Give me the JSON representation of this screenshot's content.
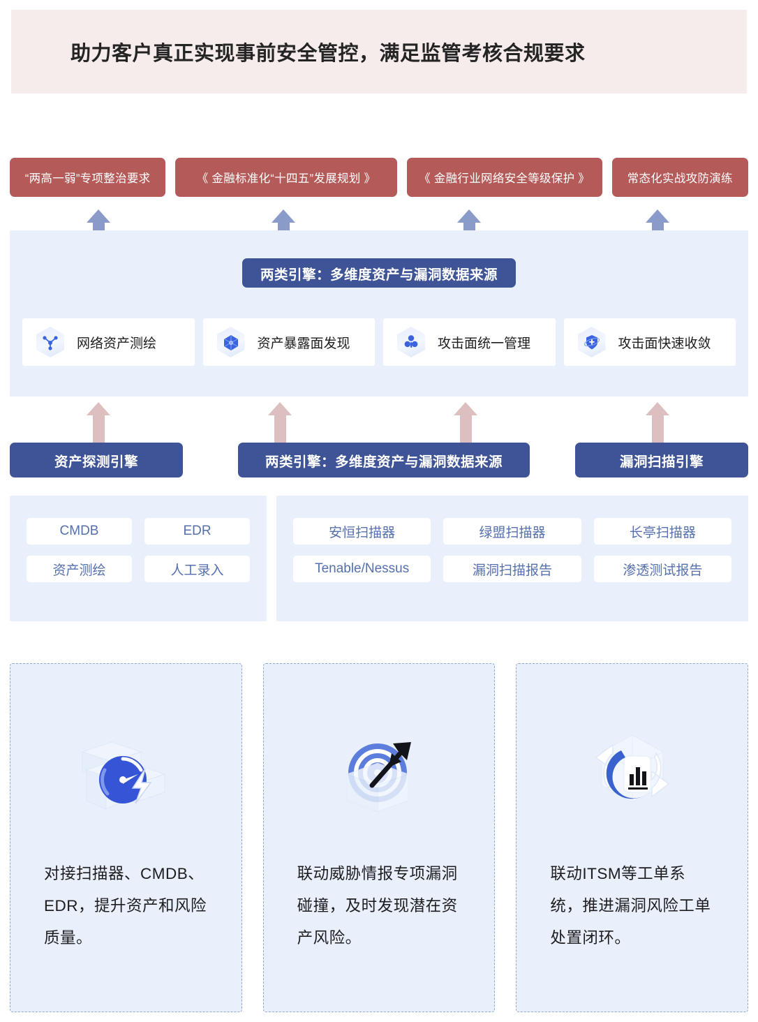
{
  "banner": {
    "title": "助力客户真正实现事前安全管控，满足监管考核合规要求",
    "bg_color": "#f7ecec"
  },
  "compliance": {
    "accent_color": "#b45a58",
    "items": [
      {
        "label": "“两高一弱”专项整治要求"
      },
      {
        "label": "《 金融标准化“十四五”发展规划 》"
      },
      {
        "label": "《 金融行业网络安全等级保护 》"
      },
      {
        "label": "常态化实战攻防演练"
      }
    ]
  },
  "engine_panel": {
    "header": "两类引擎：多维度资产与漏洞数据来源",
    "header_color": "#3e5496",
    "panel_color": "#eaf0fb",
    "capabilities": [
      {
        "label": "网络资产测绘",
        "icon": "network-topology-icon"
      },
      {
        "label": "资产暴露面发现",
        "icon": "exposure-surface-icon"
      },
      {
        "label": "攻击面统一管理",
        "icon": "clover-management-icon"
      },
      {
        "label": "攻击面快速收敛",
        "icon": "shield-convergence-icon"
      }
    ]
  },
  "engine_labels": {
    "left": "资产探测引擎",
    "center": "两类引擎：多维度资产与漏洞数据来源",
    "right": "漏洞扫描引擎"
  },
  "sources": {
    "chip_text_color": "#5570ad",
    "asset_sources": [
      "CMDB",
      "EDR",
      "资产测绘",
      "人工录入"
    ],
    "vuln_sources": [
      "安恒扫描器",
      "绿盟扫描器",
      "长亭扫描器",
      "Tenable/Nessus",
      "漏洞扫描报告",
      "渗透测试报告"
    ]
  },
  "arrows": {
    "upper_color": "#8b9bc9",
    "lower_color": "#ddbfbf"
  },
  "features": [
    {
      "text": "对接扫描器、CMDB、EDR，提升资产和风险质量。",
      "icon": "gauge-lightning-icon"
    },
    {
      "text": "联动威胁情报专项漏洞碰撞，及时发现潜在资产风险。",
      "icon": "target-dart-icon"
    },
    {
      "text": "联动ITSM等工单系统，推进漏洞风险工单处置闭环。",
      "icon": "report-cycle-icon"
    }
  ]
}
